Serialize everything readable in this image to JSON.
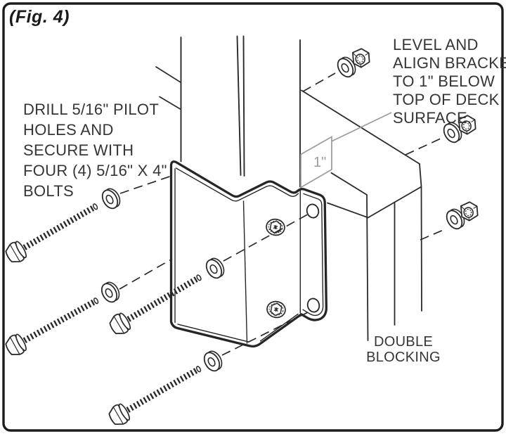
{
  "figure_label": "(Fig. 4)",
  "notes": {
    "drill": {
      "lines": [
        "DRILL 5/16\" PILOT",
        "HOLES AND",
        "SECURE WITH",
        "FOUR (4) 5/16\" X 4\"",
        "BOLTS"
      ]
    },
    "level": {
      "lines": [
        "LEVEL AND",
        "ALIGN BRACKET",
        "TO 1\" BELOW",
        "TOP OF DECK",
        "SURFACE."
      ]
    },
    "blocking": {
      "lines": [
        "DOUBLE",
        "BLOCKING"
      ]
    }
  },
  "dimension_label": "1\"",
  "hardware": {
    "bolt_count": 4,
    "nut_washer_pair_count": 3,
    "bracket_hole_count": 2
  },
  "colors": {
    "line": "#262626",
    "annotation_gray": "#9c9c9e",
    "background": "#ffffff",
    "text": "#353535"
  }
}
